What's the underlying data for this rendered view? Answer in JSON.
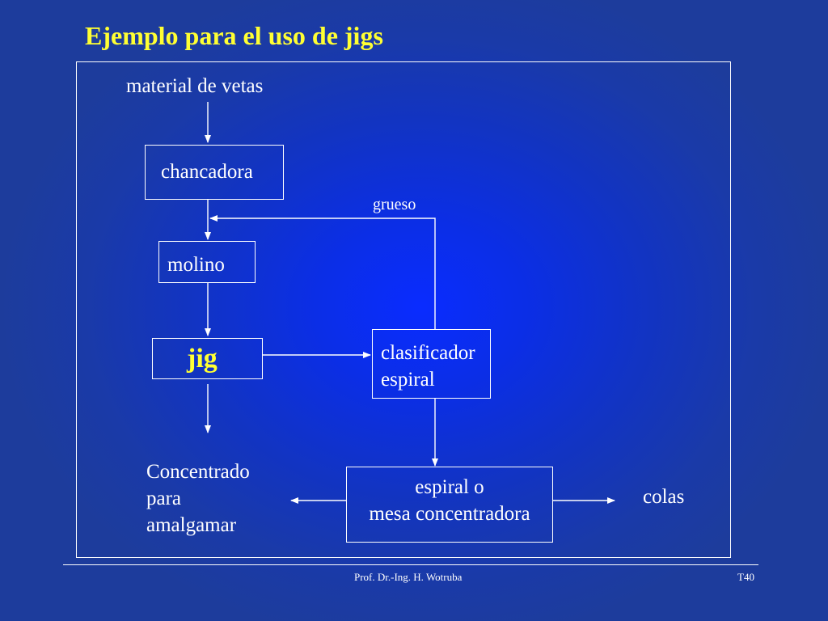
{
  "slide": {
    "title": "Ejemplo para el uso de jigs",
    "nodes": {
      "feed": "material de vetas",
      "crusher": "chancadora",
      "mill": "molino",
      "jig": "jig",
      "classifier": [
        "clasificador",
        "espiral"
      ],
      "concentrate": [
        "Concentrado",
        "para",
        "amalgamar"
      ],
      "spiral_table": [
        "espiral o",
        "mesa concentradora"
      ],
      "tailings": "colas"
    },
    "edge_labels": {
      "coarse": "grueso"
    },
    "colors": {
      "title": "#ffff33",
      "jig_label": "#ffff33",
      "lines": "#ffffff"
    }
  },
  "footer": {
    "author": "Prof. Dr.-Ing. H. Wotruba",
    "slide_number": "T40"
  }
}
